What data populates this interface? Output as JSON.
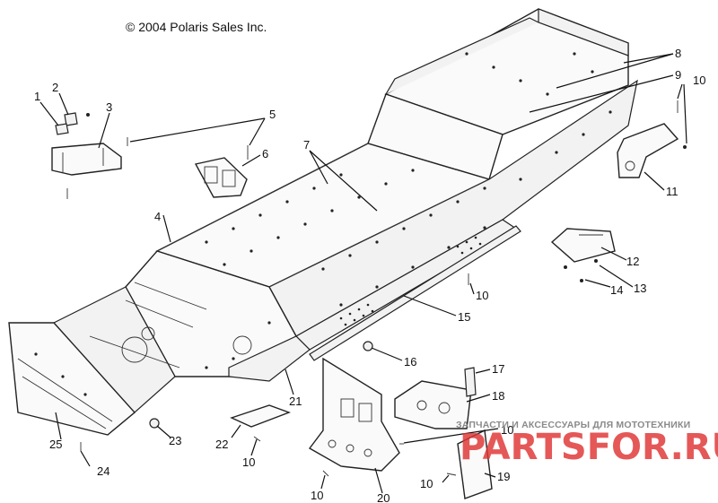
{
  "diagram": {
    "copyright": "© 2004 Polaris Sales Inc.",
    "callouts": [
      "1",
      "2",
      "3",
      "4",
      "5",
      "6",
      "7",
      "8",
      "9",
      "10",
      "11",
      "12",
      "13",
      "14",
      "15",
      "16",
      "17",
      "18",
      "19",
      "20",
      "21",
      "22",
      "23",
      "24",
      "25"
    ],
    "watermark_caption": "ЗАПЧАСТИ И АКСЕССУАРЫ ДЛЯ МОТОТЕХНИКИ",
    "watermark_logo": "PARTSFOR.RU",
    "colors": {
      "ink": "#111111",
      "watermark_red": "#e03434",
      "watermark_gray": "#8a8a8a"
    }
  }
}
